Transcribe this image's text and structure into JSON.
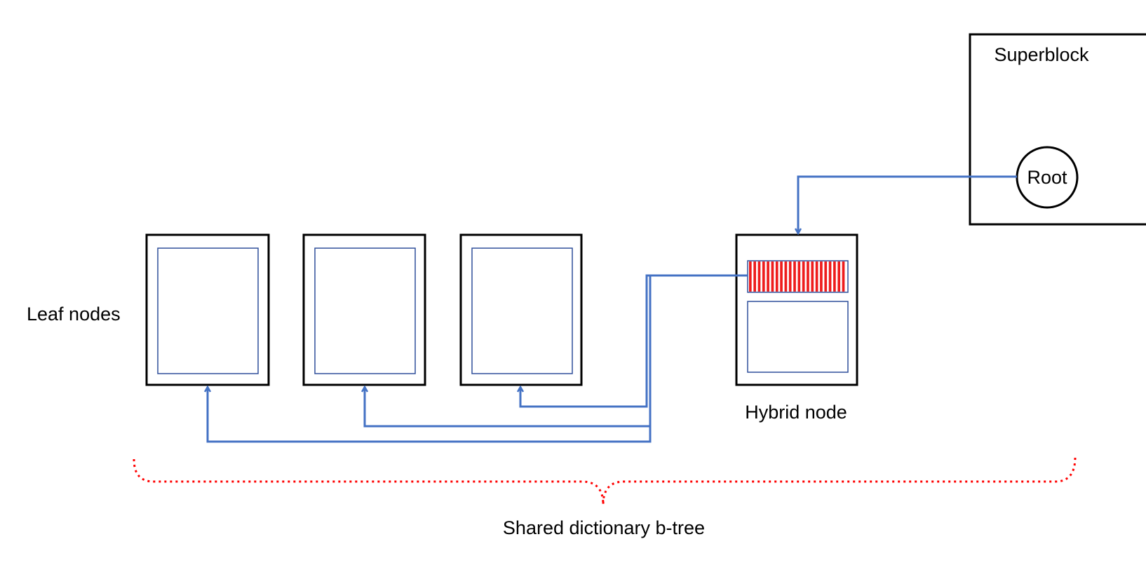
{
  "labels": {
    "superblock": "Superblock",
    "root": "Root",
    "leaf_nodes": "Leaf nodes",
    "hybrid_node": "Hybrid node",
    "shared_dictionary": "Shared dictionary b-tree"
  },
  "colors": {
    "box_border": "#000000",
    "inner_border": "#2f4f9a",
    "pointer": "#4472c4",
    "dictionary_stripe": "#ee1c1c",
    "brace": "#ff0000"
  }
}
